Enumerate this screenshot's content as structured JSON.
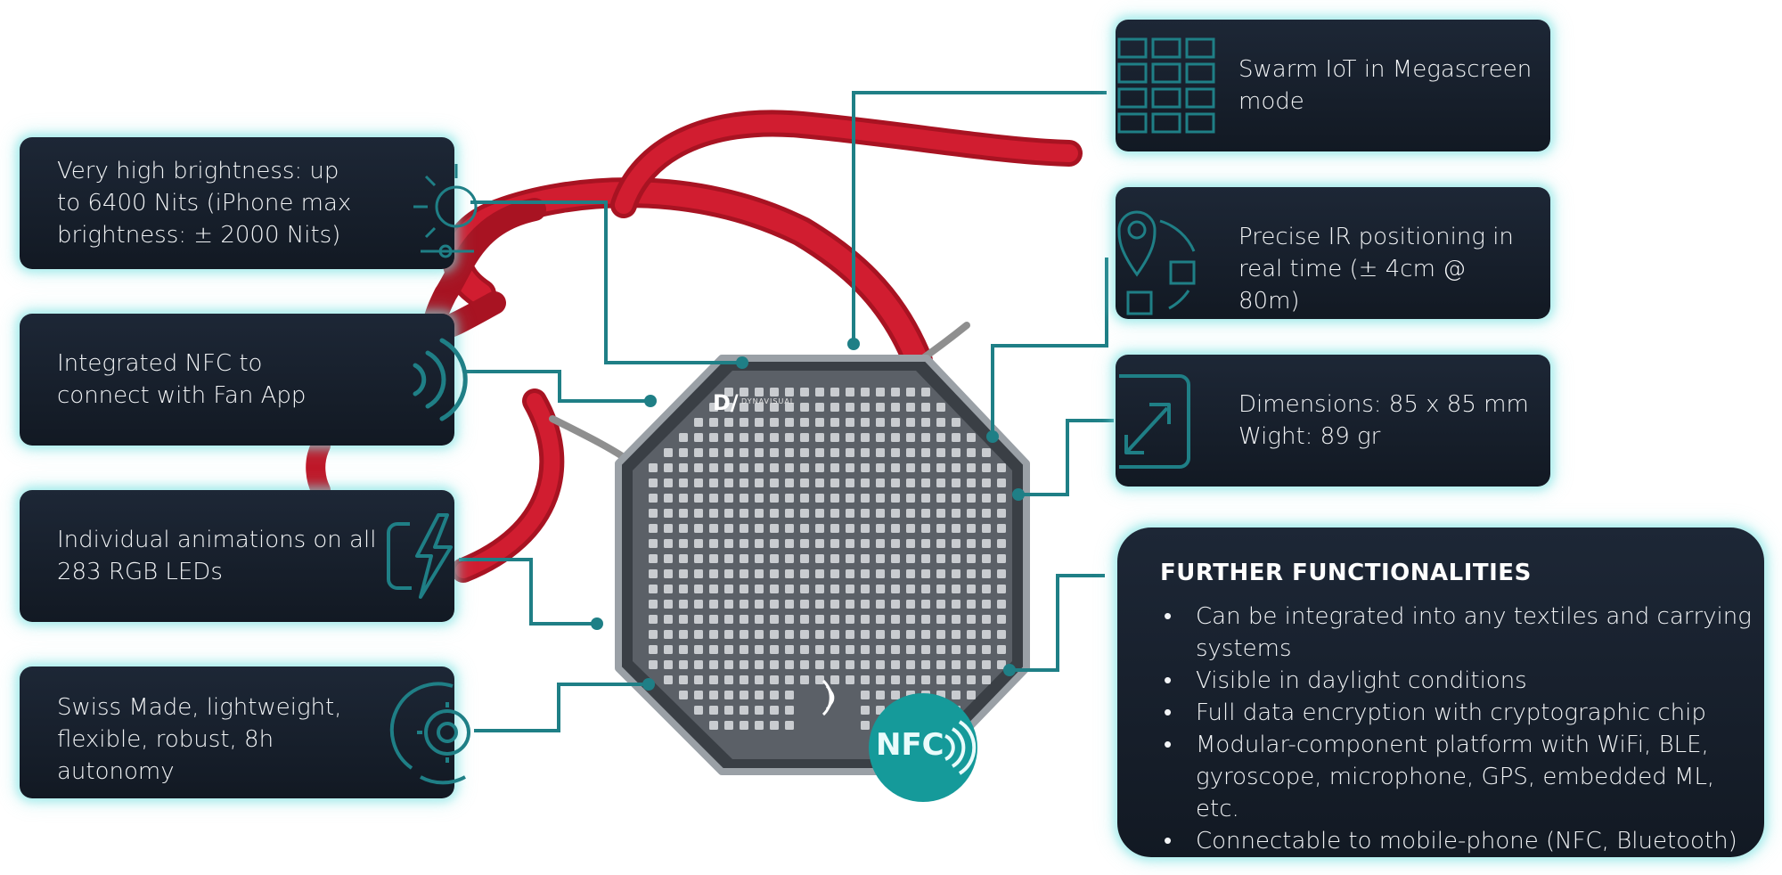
{
  "features_left": [
    {
      "text": "Very high brightness: up to 6400 Nits (iPhone max brightness: ± 2000 Nits)",
      "icon": "brightness-sun-icon"
    },
    {
      "text": "Integrated NFC to connect with Fan App",
      "icon": "nfc-waves-icon"
    },
    {
      "text": "Individual animations on all 283 RGB LEDs",
      "icon": "lightning-screen-icon"
    },
    {
      "text": "Swiss Made, lightweight, flexible, robust, 8h autonomy",
      "icon": "gear-cycle-icon"
    }
  ],
  "features_right": [
    {
      "text": "Swarm IoT in Megascreen mode",
      "icon": "grid-screens-icon"
    },
    {
      "text": "Precise IR positioning in real time (± 4cm @ 80m)",
      "icon": "location-pin-icon"
    },
    {
      "text": "Dimensions: 85 x 85 mm Wight: 89 gr",
      "icon": "expand-arrows-icon"
    }
  ],
  "further": {
    "heading": "FURTHER FUNCTIONALITIES",
    "items": [
      "Can be integrated into any textiles and carrying systems",
      "Visible in daylight conditions",
      "Full data encryption with cryptographic chip",
      "Modular-component platform with WiFi, BLE, gyroscope, microphone, GPS, embedded ML, etc.",
      "Connectable to mobile-phone (NFC, Bluetooth)"
    ]
  },
  "device": {
    "brand": "DYNAVISUAL",
    "logo": "D/",
    "nfc_badge": "NFC",
    "led_count": 283
  },
  "colors": {
    "card": "#151d29",
    "glow": "#7fe3e3",
    "accent": "#1f7f86",
    "lanyard": "#c01728",
    "nfc": "#159a9a"
  }
}
